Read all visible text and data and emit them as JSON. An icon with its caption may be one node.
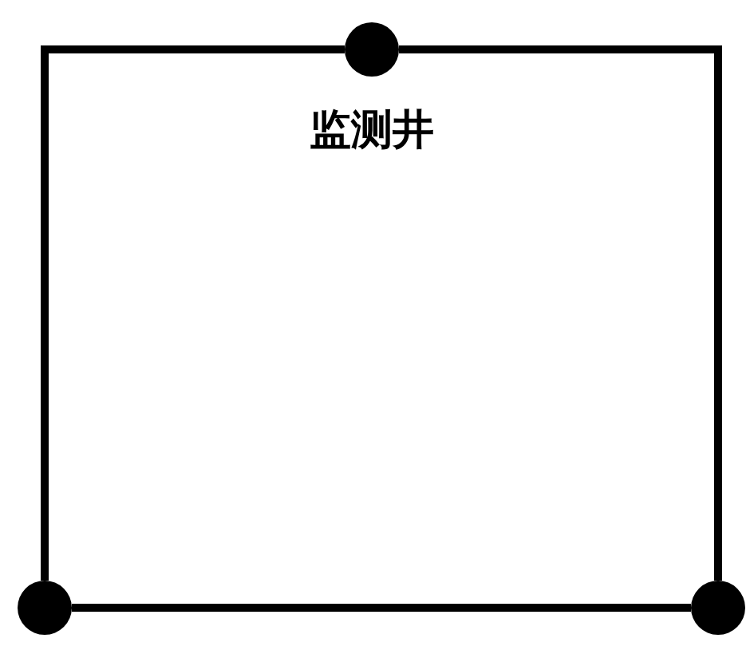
{
  "diagram": {
    "nodes": [
      {
        "text": [],
        "shape": "circle",
        "beside": [
          "监测井"
        ]
      },
      {
        "text": [],
        "shape": "circle"
      },
      {
        "text": [],
        "shape": "circle"
      }
    ],
    "edges": [
      {
        "from": 0,
        "to": 1,
        "arrow": "none"
      },
      {
        "from": 0,
        "to": 2,
        "arrow": "none"
      },
      {
        "from": 1,
        "to": 2,
        "arrow": "none"
      }
    ]
  }
}
